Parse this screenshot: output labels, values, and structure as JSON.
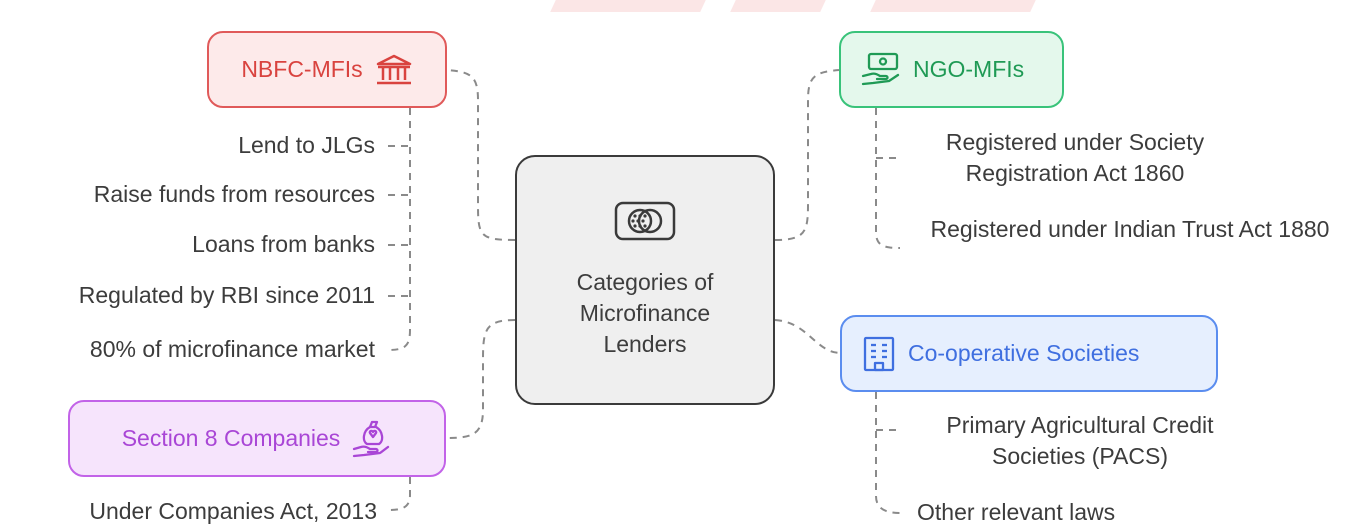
{
  "center": {
    "label": "Categories of Microfinance Lenders",
    "icon": "coin-card-icon"
  },
  "nbfc": {
    "title": "NBFC-MFIs",
    "icon": "bank-icon",
    "accent": "#e05a5a",
    "items": [
      "Lend to JLGs",
      "Raise funds from resources",
      "Loans from banks",
      "Regulated by RBI since 2011",
      "80% of microfinance market"
    ]
  },
  "ngo": {
    "title": "NGO-MFIs",
    "icon": "money-hand-icon",
    "accent": "#39c37a",
    "items": [
      "Registered under Society Registration Act 1860",
      "Registered under Indian Trust Act 1880"
    ]
  },
  "coop": {
    "title": "Co-operative Societies",
    "icon": "building-icon",
    "accent": "#5b8def",
    "items": [
      "Primary Agricultural Credit Societies (PACS)",
      "Other relevant laws"
    ]
  },
  "section8": {
    "title": "Section 8 Companies",
    "icon": "money-bag-hand-icon",
    "accent": "#c263e8",
    "items": [
      "Under Companies Act, 2013"
    ]
  }
}
